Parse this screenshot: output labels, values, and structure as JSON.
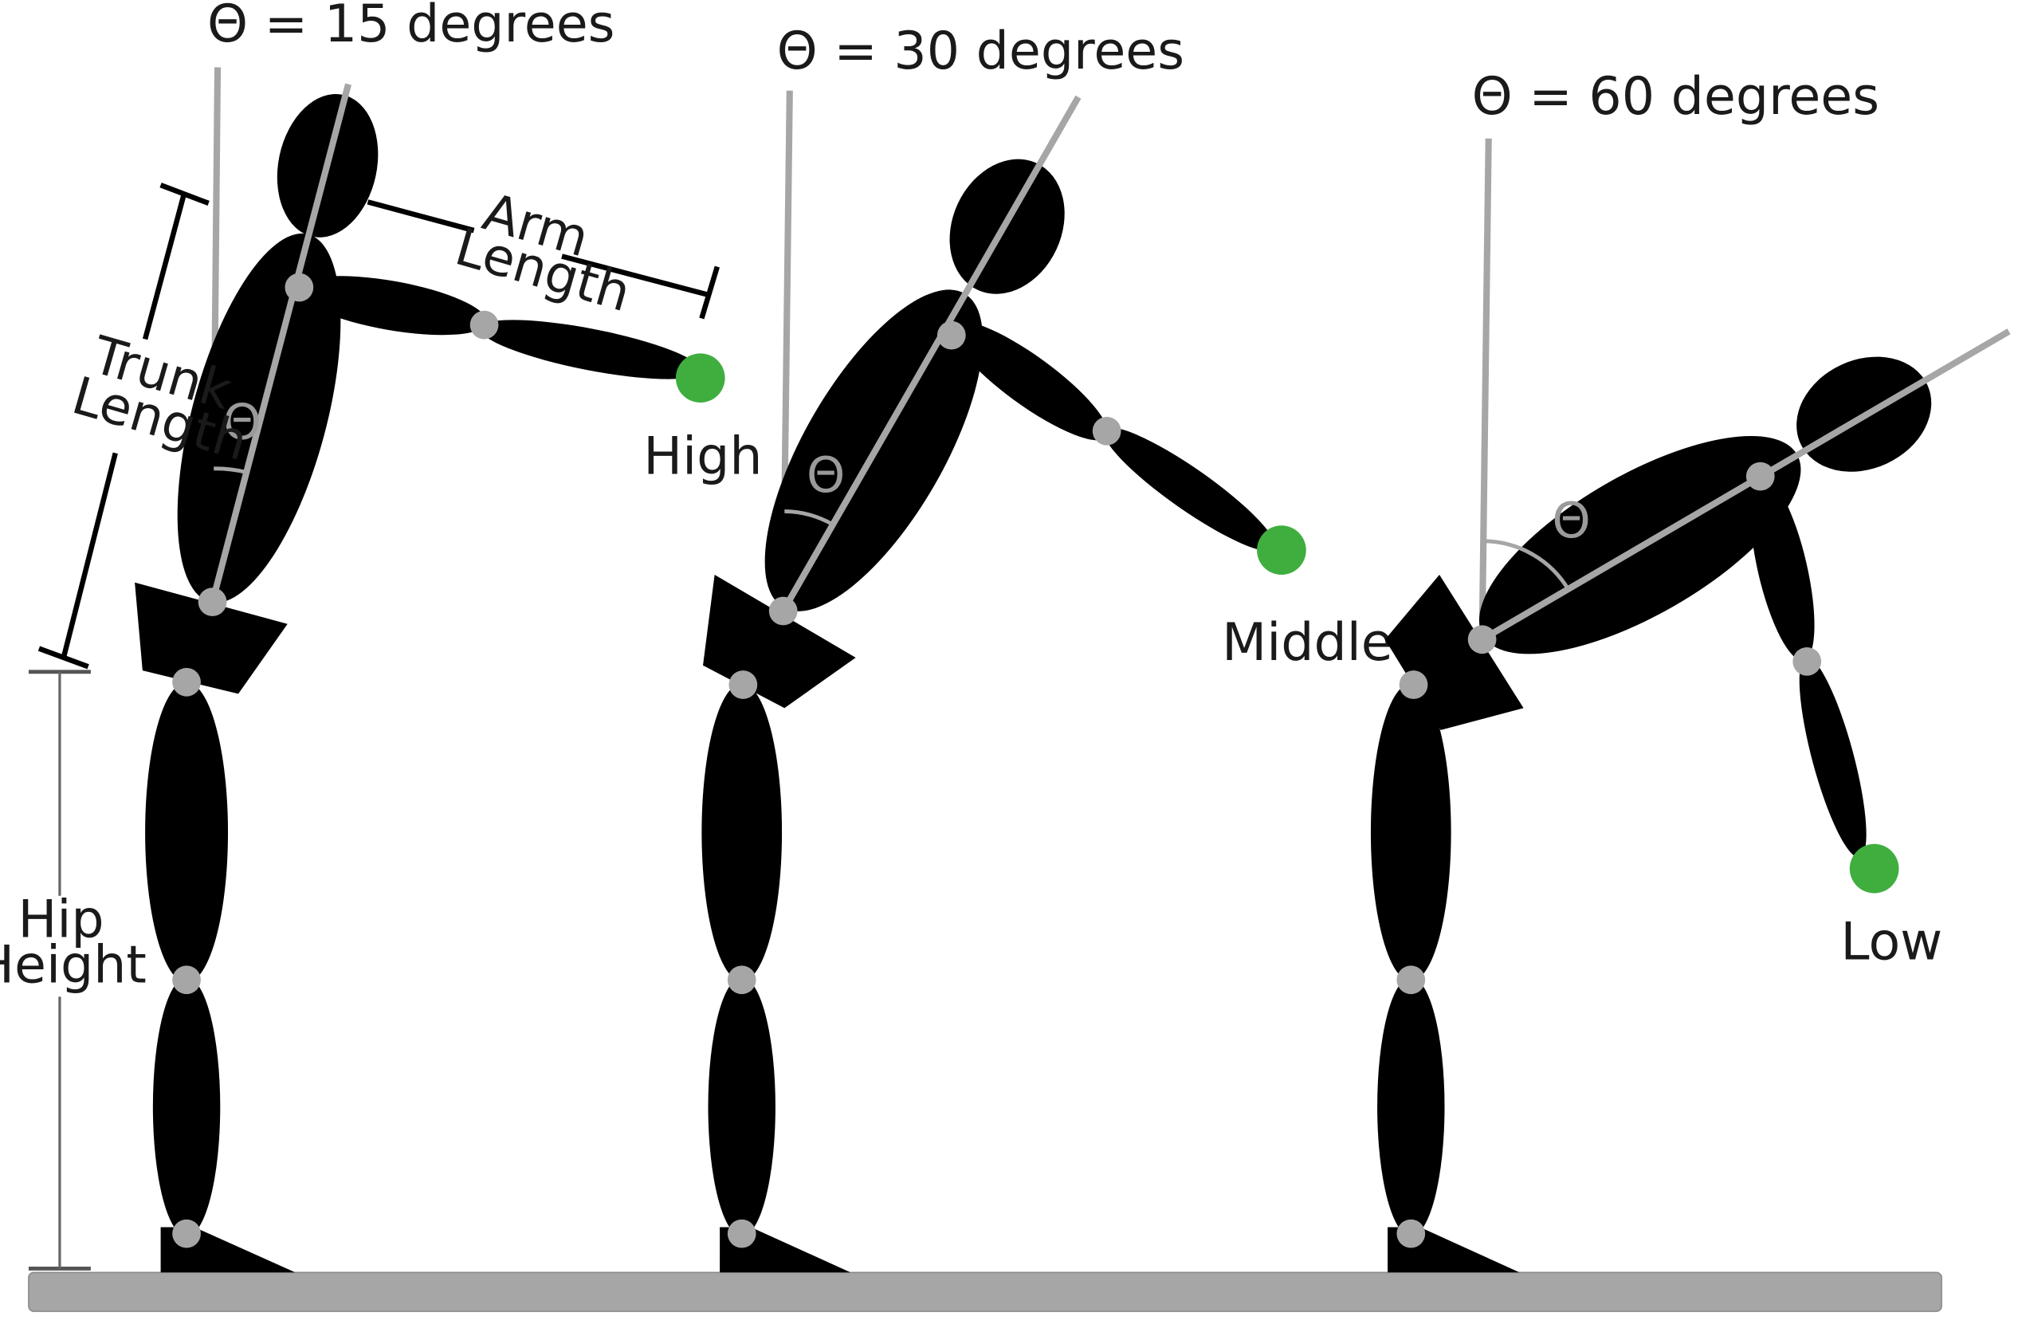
{
  "colors": {
    "body": "#000000",
    "reference_line": "#a6a6a6",
    "joint": "#a6a6a6",
    "target": "#3fae3f",
    "ground": "#a6a6a6",
    "text": "#1a1a1a"
  },
  "figures": [
    {
      "angle_label": "Θ = 15 degrees",
      "theta_symbol": "Θ",
      "target_label": "High"
    },
    {
      "angle_label": "Θ = 30 degrees",
      "theta_symbol": "Θ",
      "target_label": "Middle"
    },
    {
      "angle_label": "Θ = 60 degrees",
      "theta_symbol": "Θ",
      "target_label": "Low"
    }
  ],
  "dimensions": {
    "arm_length": [
      "Arm",
      "Length"
    ],
    "trunk_length": [
      "Trunk",
      "Length"
    ],
    "hip_height": [
      "Hip",
      "Height"
    ]
  }
}
